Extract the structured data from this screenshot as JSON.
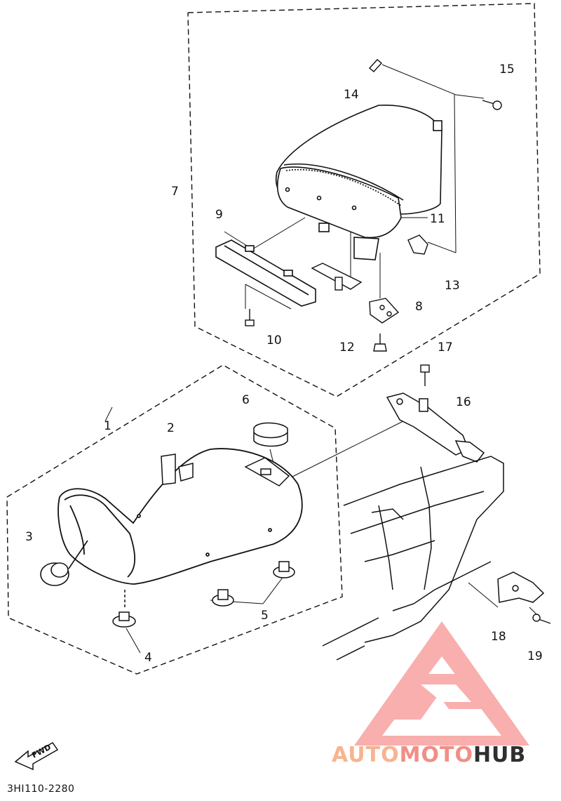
{
  "diagram": {
    "part_labels": [
      "1",
      "2",
      "3",
      "4",
      "5",
      "6",
      "7",
      "8",
      "9",
      "10",
      "11",
      "12",
      "13",
      "14",
      "15",
      "16",
      "17",
      "18",
      "19"
    ],
    "direction_label": "FWD",
    "drawing_code": "3HI110-2280"
  },
  "watermark": {
    "part1": "AUTO",
    "part2": "MOTO",
    "part3": "HUB",
    "colors": {
      "auto": "#f7b48f",
      "moto": "#f08f86",
      "hub": "#2f2f2f",
      "logo": "#f7a2a0"
    }
  }
}
